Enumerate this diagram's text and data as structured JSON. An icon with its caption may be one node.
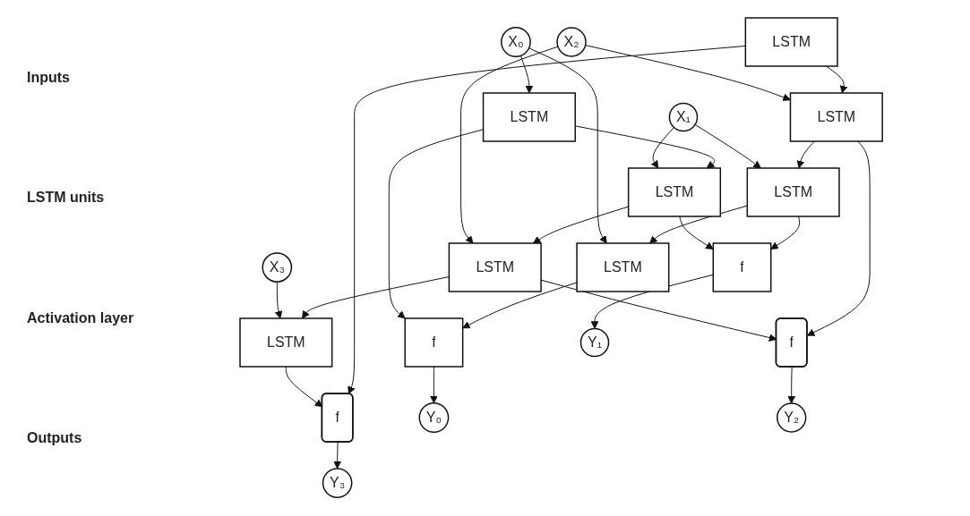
{
  "diagram": {
    "nodes": [
      {
        "text": [
          "X₀"
        ]
      },
      {
        "text": [
          "X₁"
        ]
      },
      {
        "text": [
          "X₂"
        ]
      },
      {
        "text": [
          "X₃"
        ]
      },
      {
        "text": [
          "LSTM"
        ]
      },
      {
        "text": [
          "LSTM"
        ]
      },
      {
        "text": [
          "LSTM"
        ]
      },
      {
        "text": [
          "LSTM"
        ]
      },
      {
        "text": [
          "LSTM"
        ]
      },
      {
        "text": [
          "LSTM"
        ]
      },
      {
        "text": [
          "LSTM"
        ]
      },
      {
        "text": [
          "LSTM"
        ]
      },
      {
        "text": [
          "f"
        ]
      },
      {
        "text": [
          "f"
        ]
      },
      {
        "text": [
          "f"
        ]
      },
      {
        "text": [
          "f"
        ]
      },
      {
        "text": [
          "Y₀"
        ]
      },
      {
        "text": [
          "Y₁"
        ]
      },
      {
        "text": [
          "Y₂"
        ]
      },
      {
        "text": [
          "Y₃"
        ]
      }
    ],
    "edges": [
      {
        "from": 0,
        "to": 4,
        "arrow": "to"
      },
      {
        "from": 0,
        "to": 8,
        "arrow": "to"
      },
      {
        "from": 1,
        "to": 5,
        "arrow": "to"
      },
      {
        "from": 1,
        "to": 9,
        "arrow": "to"
      },
      {
        "from": 2,
        "to": 6,
        "arrow": "to"
      },
      {
        "from": 2,
        "to": 10,
        "arrow": "to"
      },
      {
        "from": 3,
        "to": 7,
        "arrow": "to"
      },
      {
        "from": 4,
        "to": 5,
        "arrow": "to"
      },
      {
        "from": 5,
        "to": 6,
        "arrow": "to"
      },
      {
        "from": 6,
        "to": 7,
        "arrow": "to"
      },
      {
        "from": 11,
        "to": 10,
        "arrow": "to"
      },
      {
        "from": 10,
        "to": 9,
        "arrow": "to"
      },
      {
        "from": 9,
        "to": 8,
        "arrow": "to"
      },
      {
        "from": 4,
        "to": 12,
        "arrow": "to"
      },
      {
        "from": 8,
        "to": 12,
        "arrow": "to"
      },
      {
        "from": 5,
        "to": 13,
        "arrow": "to"
      },
      {
        "from": 9,
        "to": 13,
        "arrow": "to"
      },
      {
        "from": 6,
        "to": 14,
        "arrow": "to"
      },
      {
        "from": 10,
        "to": 14,
        "arrow": "to"
      },
      {
        "from": 7,
        "to": 15,
        "arrow": "to"
      },
      {
        "from": 11,
        "to": 15,
        "arrow": "to"
      },
      {
        "from": 12,
        "to": 16,
        "arrow": "to"
      },
      {
        "from": 13,
        "to": 17,
        "arrow": "to"
      },
      {
        "from": 14,
        "to": 18,
        "arrow": "to"
      },
      {
        "from": 15,
        "to": 19,
        "arrow": "to"
      }
    ],
    "labels": [
      "Inputs",
      "LSTM units",
      "Activation layer",
      "Outputs"
    ]
  }
}
